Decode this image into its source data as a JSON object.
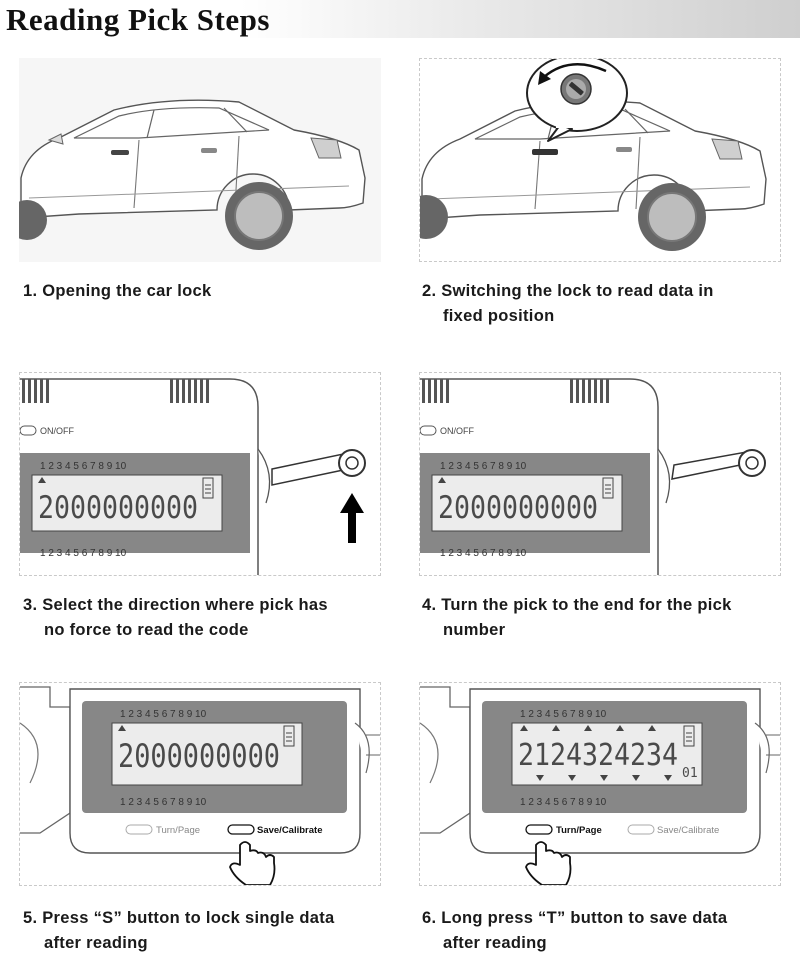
{
  "header": {
    "title": "Reading Pick Steps"
  },
  "steps": [
    {
      "line1": "1. Opening the car lock",
      "line2": ""
    },
    {
      "line1": "2. Switching the lock to read data in",
      "line2": "fixed position"
    },
    {
      "line1": "3. Select the direction where pick has",
      "line2": "no force to read the code"
    },
    {
      "line1": "4. Turn the pick to the end for the pick",
      "line2": "number"
    },
    {
      "line1": "5. Press “S” button to lock single data",
      "line2": "after reading"
    },
    {
      "line1": "6. Long press “T” button to save data",
      "line2": "after reading"
    }
  ],
  "device": {
    "onoff_label": "ON/OFF",
    "position_numbers": "1 2 3 4 5 6 7 8 9 10",
    "reading_single": "2000000000",
    "reading_saved": "2124324234",
    "page_indicator": "01",
    "turn_page_label": "Turn/Page",
    "save_calibrate_label": "Save/Calibrate"
  }
}
